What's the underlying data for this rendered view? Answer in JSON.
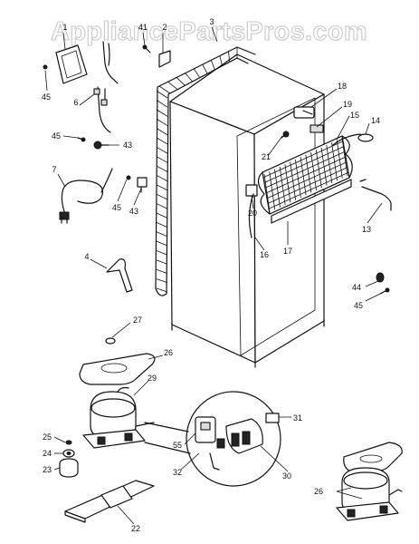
{
  "watermark": "AppliancePartsPros.com",
  "labels": [
    {
      "id": "l1",
      "text": "1"
    },
    {
      "id": "l41",
      "text": "41"
    },
    {
      "id": "l2",
      "text": "2"
    },
    {
      "id": "l3",
      "text": "3"
    },
    {
      "id": "l45a",
      "text": "45"
    },
    {
      "id": "l6",
      "text": "6"
    },
    {
      "id": "l45b",
      "text": "45"
    },
    {
      "id": "l43a",
      "text": "43"
    },
    {
      "id": "l7",
      "text": "7"
    },
    {
      "id": "l45c",
      "text": "45"
    },
    {
      "id": "l43b",
      "text": "43"
    },
    {
      "id": "l4",
      "text": "4"
    },
    {
      "id": "l18",
      "text": "18"
    },
    {
      "id": "l19",
      "text": "19"
    },
    {
      "id": "l15",
      "text": "15"
    },
    {
      "id": "l14",
      "text": "14"
    },
    {
      "id": "l21",
      "text": "21"
    },
    {
      "id": "l20",
      "text": "20"
    },
    {
      "id": "l16",
      "text": "16"
    },
    {
      "id": "l17",
      "text": "17"
    },
    {
      "id": "l13",
      "text": "13"
    },
    {
      "id": "l44",
      "text": "44"
    },
    {
      "id": "l45d",
      "text": "45"
    },
    {
      "id": "l27",
      "text": "27"
    },
    {
      "id": "l26a",
      "text": "26"
    },
    {
      "id": "l29",
      "text": "29"
    },
    {
      "id": "l31",
      "text": "31"
    },
    {
      "id": "l25",
      "text": "25"
    },
    {
      "id": "l24",
      "text": "24"
    },
    {
      "id": "l23",
      "text": "23"
    },
    {
      "id": "l55",
      "text": "55"
    },
    {
      "id": "l32",
      "text": "32"
    },
    {
      "id": "l30",
      "text": "30"
    },
    {
      "id": "l26b",
      "text": "26"
    },
    {
      "id": "l22",
      "text": "22"
    }
  ]
}
